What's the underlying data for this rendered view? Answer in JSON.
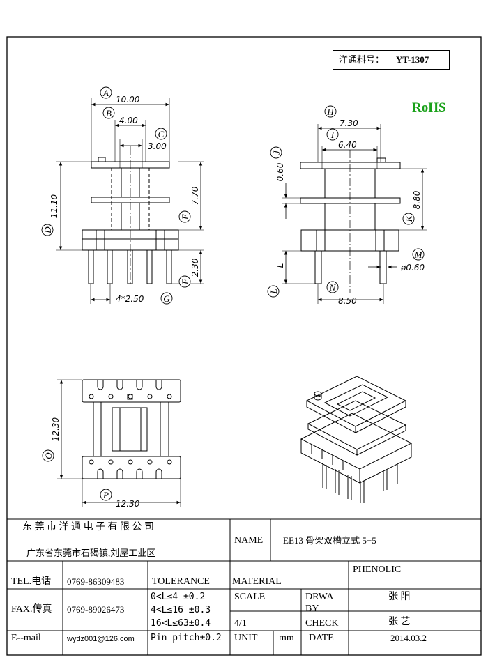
{
  "header": {
    "part_label": "洋通料号：",
    "part_number": "YT-1307",
    "rohs": "RoHS"
  },
  "dimensions": {
    "A": "10.00",
    "B": "4.00",
    "C": "3.00",
    "D": "11.10",
    "E": "7.70",
    "F": "2.30",
    "G": "4*2.50",
    "H": "7.30",
    "I": "6.40",
    "J": "0.60",
    "K": "8.80",
    "L": "L",
    "M": "ø0.60",
    "N": "8.50",
    "O": "12.30",
    "P": "12.30"
  },
  "callouts": [
    "A",
    "B",
    "C",
    "D",
    "E",
    "F",
    "G",
    "H",
    "I",
    "J",
    "K",
    "L",
    "M",
    "N",
    "O",
    "P"
  ],
  "title_block": {
    "company": "东 莞 市 洋 通 电 子 有 限 公 司",
    "address": "广东省东莞市石碣镇,刘屋工业区",
    "name_label": "NAME",
    "name_value": "EE13 骨架双槽立式 5+5",
    "material_label": "MATERIAL",
    "material_value": "PHENOLIC",
    "tel_label": "TEL.电话",
    "tel_value": "0769-86309483",
    "fax_label": "FAX.传真",
    "fax_value": "0769-89026473",
    "email_label": "E--mail",
    "email_value": "wydz001@126.com",
    "tolerance_label": "TOLERANCE",
    "tolerance_lines": [
      "0<L≤4  ±0.2",
      "4<L≤16 ±0.3",
      "16<L≤63±0.4",
      "Pin pitch±0.2"
    ],
    "scale_label": "SCALE",
    "scale_value": "4/1",
    "drawn_label_1": "DRWA",
    "drawn_label_2": "BY",
    "drawn_value": "张 阳",
    "check_label": "CHECK",
    "check_value": "张 艺",
    "unit_label": "UNIT",
    "unit_value": "mm",
    "date_label": "DATE",
    "date_value": "2014.03.2"
  }
}
